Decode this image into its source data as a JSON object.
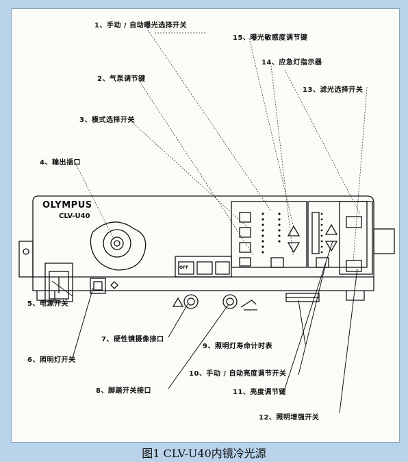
{
  "labels": {
    "l1": "1、手动 / 自动曝光选择开关",
    "l2": "2、气泵调节键",
    "l3": "3、模式选择开关",
    "l4": "4、输出插口",
    "l5": "5、电源开关",
    "l6": "6、照明灯开关",
    "l7": "7、硬性镜摄像接口",
    "l8": "8、脚踏开关接口",
    "l9": "9、照明灯寿命计时表",
    "l10": "10、手动 / 自动亮度调节开关",
    "l11": "11、亮度调节键",
    "l12": "12、照明增强开关",
    "l13": "13、滤光选择开关",
    "l14": "14、应急灯指示器",
    "l15": "15、曝光敏感度调节键"
  },
  "device": {
    "brand": "OLYMPUS",
    "model": "CLV-U40",
    "mode_button_1": "OFF"
  },
  "caption": "图1 CLV-U40内镜冷光源"
}
